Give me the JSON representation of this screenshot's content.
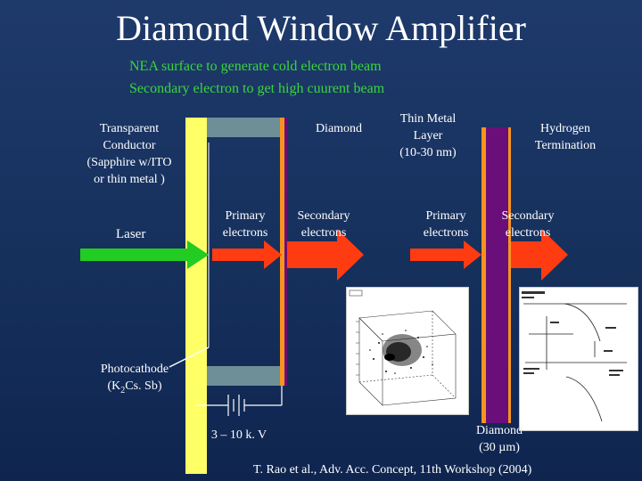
{
  "slide": {
    "title": "Diamond Window Amplifier",
    "subtitle_lines": [
      "NEA surface to generate cold electron beam",
      "Secondary electron to get high cuurent beam"
    ],
    "citation": "T. Rao et al., Adv. Acc. Concept, 11th Workshop (2004)"
  },
  "labels": {
    "transparent_conductor": [
      "Transparent",
      "Conductor",
      "(Sapphire w/ITO",
      "or thin metal )"
    ],
    "laser": "Laser",
    "photocathode_line1": "Photocathode",
    "photocathode_k": "(K",
    "photocathode_sub": "2",
    "photocathode_rest": "Cs. Sb)",
    "diamond_top": "Diamond",
    "primary_left": [
      "Primary",
      "electrons"
    ],
    "secondary_left": [
      "Secondary",
      "electrons"
    ],
    "thin_metal": [
      "Thin Metal",
      "Layer",
      "(10-30 nm)"
    ],
    "hydrogen": [
      "Hydrogen",
      "Termination"
    ],
    "primary_right": [
      "Primary",
      "electrons"
    ],
    "secondary_right": [
      "Secondary",
      "electrons"
    ],
    "voltage": "3 – 10 k. V",
    "diamond_bottom": [
      "Diamond",
      "(30 µm)"
    ]
  },
  "colors": {
    "laser_arrow": "#22cc22",
    "electron_arrow": "#ff3b12",
    "photocathode": "#ffff66",
    "diamond": "#6a0f7a",
    "metal_layer": "#f7941d",
    "gap_plate": "#6e8f98"
  }
}
